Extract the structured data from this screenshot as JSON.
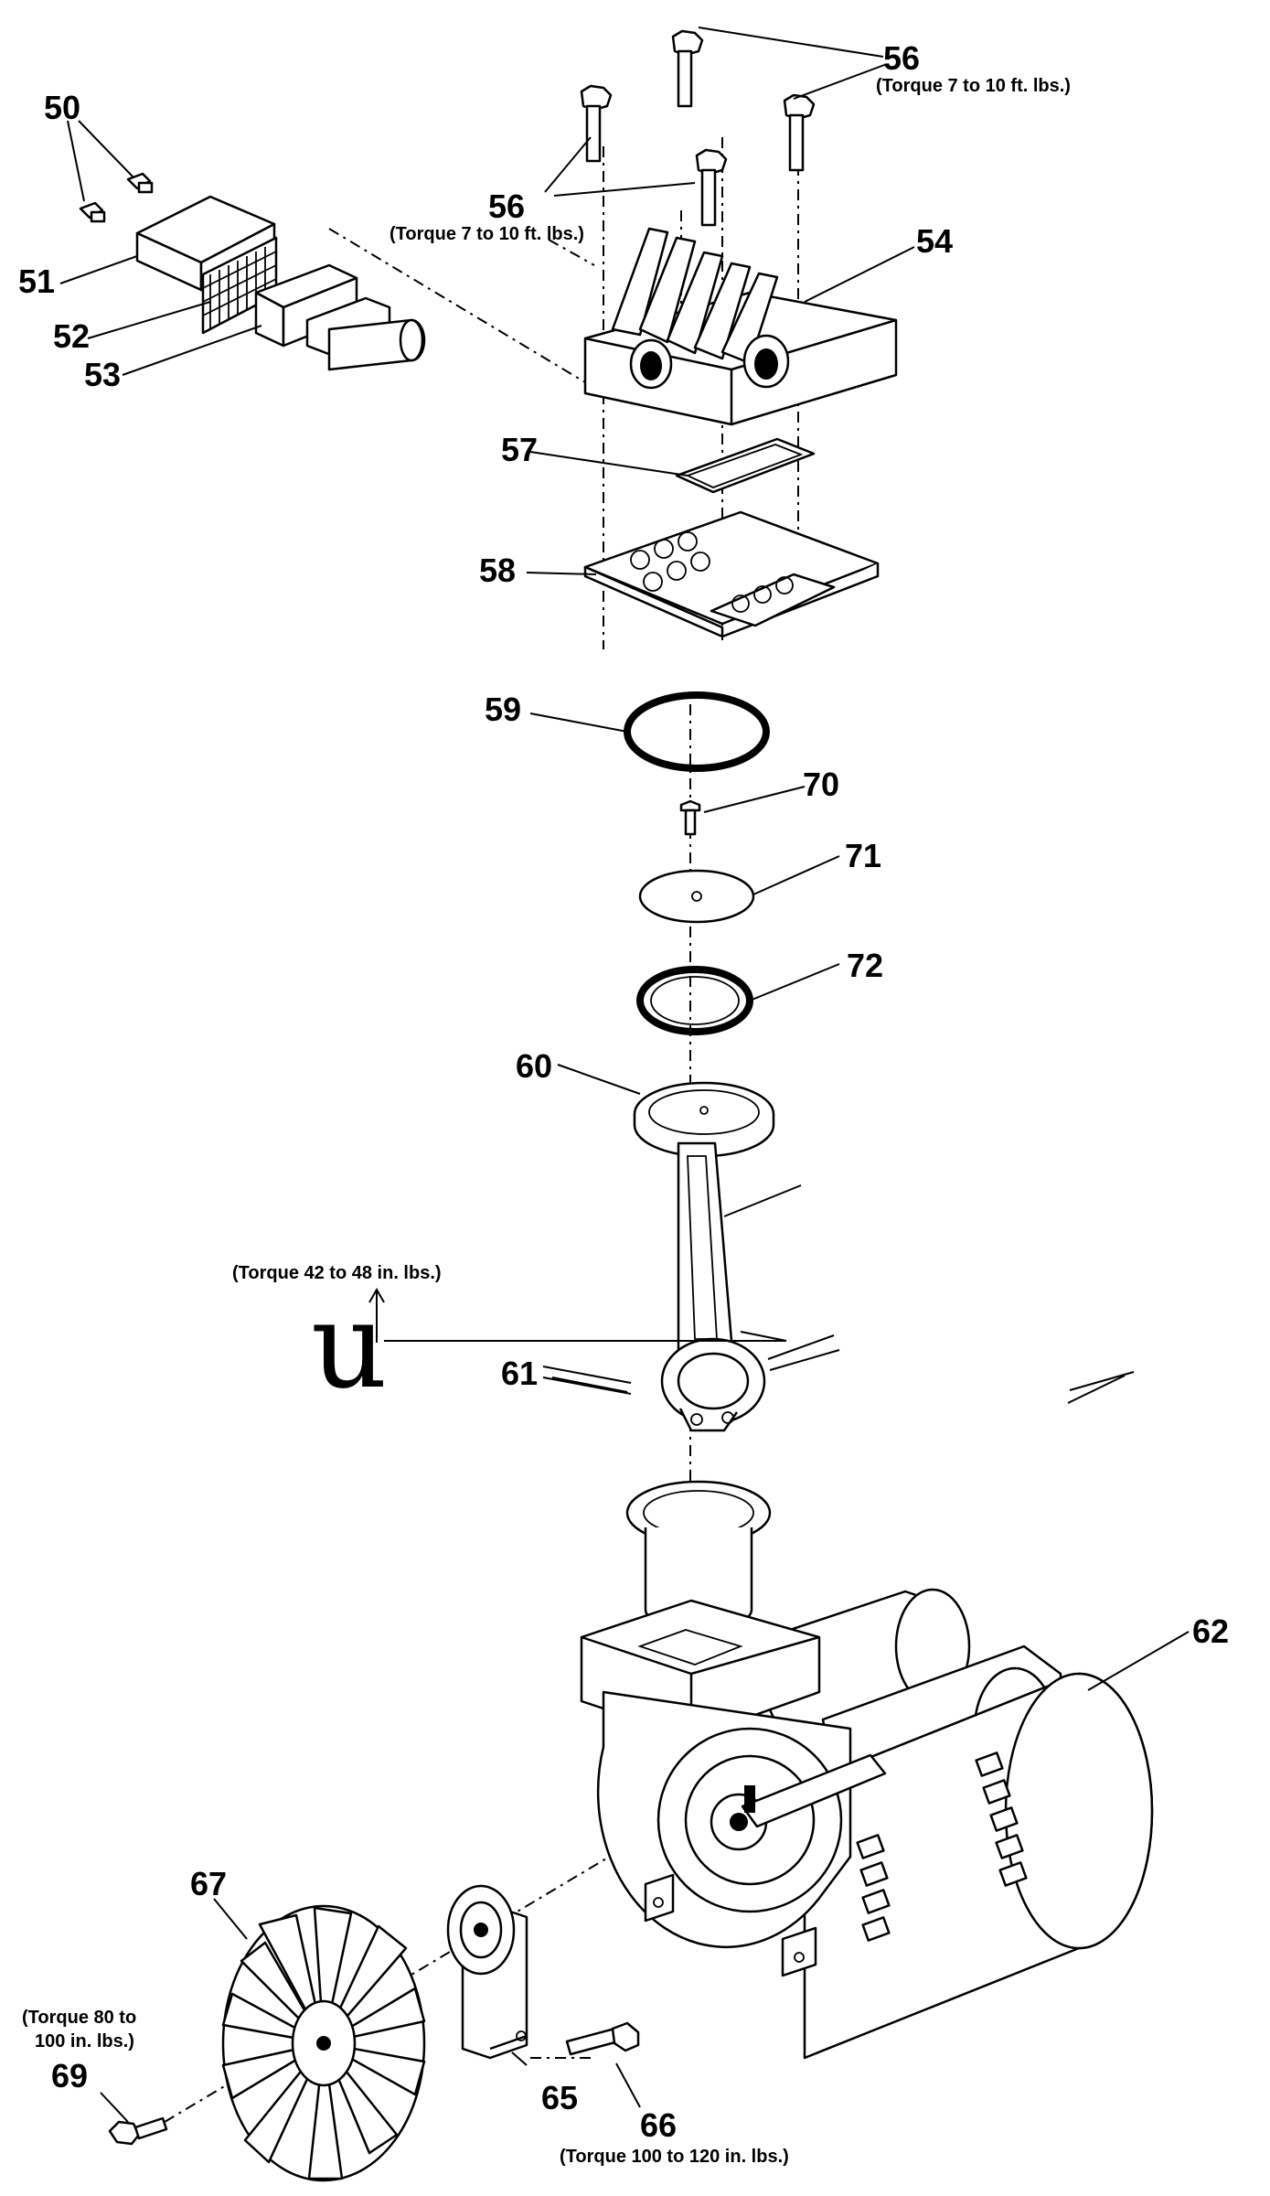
{
  "parts": [
    {
      "id": "p50",
      "number": "50"
    },
    {
      "id": "p51",
      "number": "51"
    },
    {
      "id": "p52",
      "number": "52"
    },
    {
      "id": "p53",
      "number": "53"
    },
    {
      "id": "p54",
      "number": "54"
    },
    {
      "id": "p56a",
      "number": "56",
      "note": "(Torque 7 to 10 ft. lbs.)"
    },
    {
      "id": "p56b",
      "number": "56",
      "note": "(Torque 7 to 10 ft. lbs.)"
    },
    {
      "id": "p57",
      "number": "57"
    },
    {
      "id": "p58",
      "number": "58"
    },
    {
      "id": "p59",
      "number": "59"
    },
    {
      "id": "p70",
      "number": "70"
    },
    {
      "id": "p71",
      "number": "71"
    },
    {
      "id": "p72",
      "number": "72"
    },
    {
      "id": "p60",
      "number": "60"
    },
    {
      "id": "p61",
      "number": "61"
    },
    {
      "id": "p62",
      "number": "62"
    },
    {
      "id": "p67",
      "number": "67"
    },
    {
      "id": "p65",
      "number": "65"
    },
    {
      "id": "p66",
      "number": "66",
      "note": "(Torque 100 to 120 in. lbs.)"
    },
    {
      "id": "p69",
      "number": "69",
      "note_line1": "(Torque 80 to",
      "note_line2": "100 in. lbs.)"
    }
  ],
  "rod_note": "(Torque 42 to 48 in. lbs.)",
  "symbol_glyph": "u"
}
